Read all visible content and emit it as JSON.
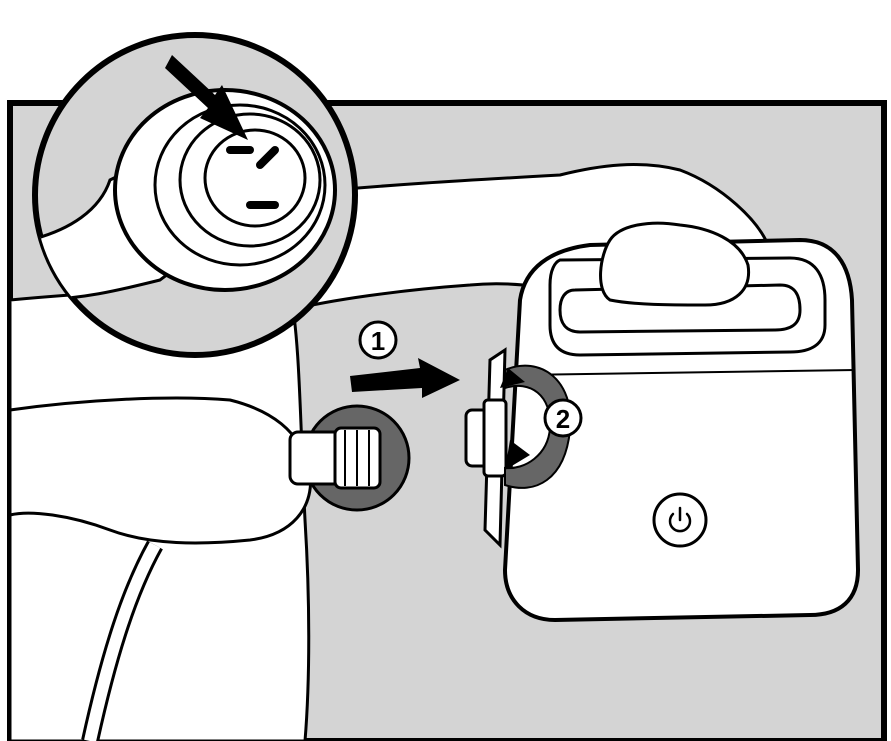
{
  "steps": [
    {
      "number": "1",
      "action": "push-connector-into-socket"
    },
    {
      "number": "2",
      "action": "rotate-collar-clockwise"
    }
  ],
  "device": {
    "power_icon": "power-icon"
  },
  "inset": {
    "icon": "connector-pins-detail",
    "pointer": "arrow-icon"
  },
  "colors": {
    "background_panel": "#d4d4d4",
    "outline": "#000000",
    "fill_white": "#ffffff",
    "rotation_band": "#666666"
  }
}
